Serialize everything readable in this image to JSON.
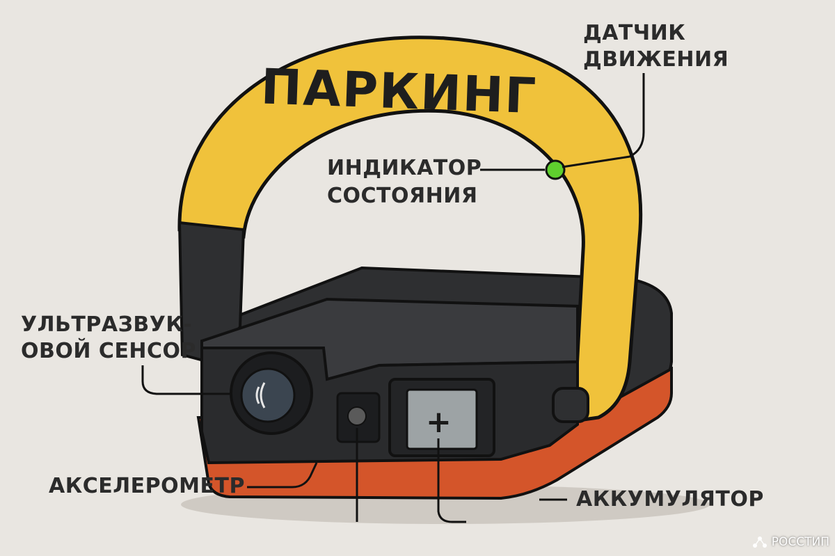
{
  "colors": {
    "background": "#e9e6e1",
    "arch_yellow": "#f0c23b",
    "body_dark": "#2e2f31",
    "base_orange": "#d4552a",
    "indicator_green": "#5fcf2e",
    "battery_plate": "#9da3a5"
  },
  "device": {
    "banner_text": "ПАРКИНГ",
    "battery_symbol": "+"
  },
  "labels": {
    "motion_sensor_line1": "ДАТЧИК",
    "motion_sensor_line2": "ДВИЖЕНИЯ",
    "status_indicator_line1": "ИНДИКАТОР",
    "status_indicator_line2": "СОСТОЯНИЯ",
    "ultrasonic_line1": "УЛЬТРАЗВУК-",
    "ultrasonic_line2": "ОВОЙ СЕНСОР",
    "accelerometer": "АКСЕЛЕРОМЕТР",
    "battery": "АККУМУЛЯТОР"
  },
  "watermark": {
    "text": "РОССТИП"
  }
}
